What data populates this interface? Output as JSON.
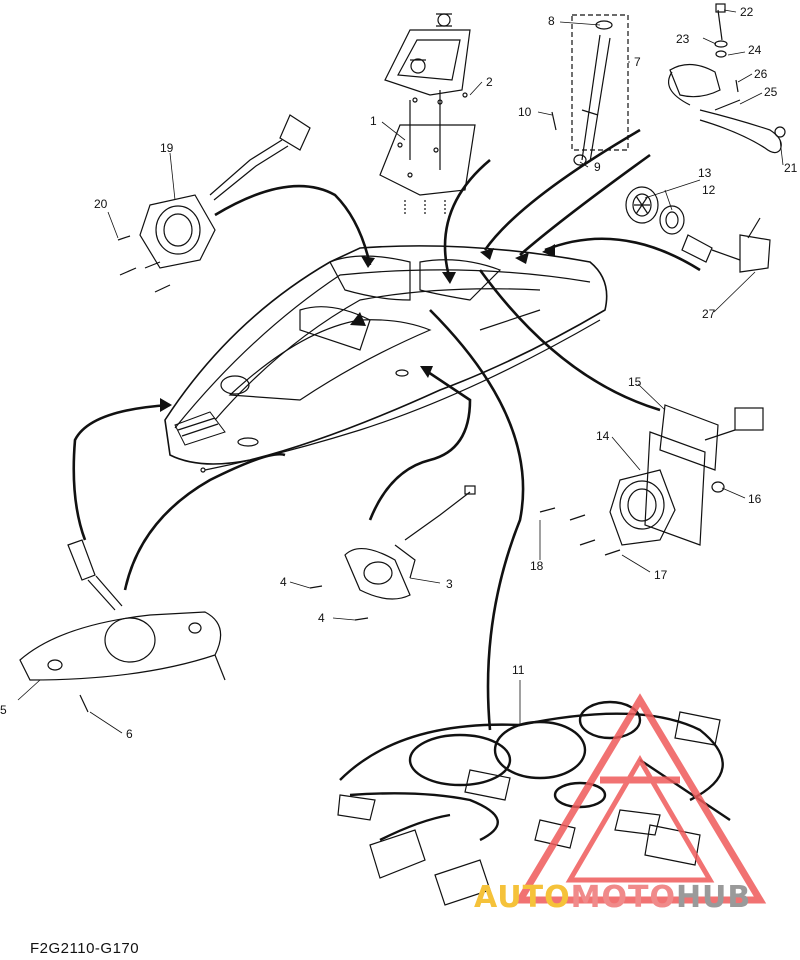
{
  "diagram": {
    "figure_code": "F2G2110-G170",
    "callouts": [
      "1",
      "2",
      "3",
      "4",
      "4",
      "5",
      "6",
      "7",
      "8",
      "9",
      "10",
      "11",
      "12",
      "13",
      "14",
      "15",
      "16",
      "17",
      "18",
      "19",
      "20",
      "21",
      "22",
      "23",
      "24",
      "25",
      "26",
      "27"
    ]
  },
  "watermark": {
    "part1": "AUTO",
    "part2": "MOTO",
    "part3": "HUB",
    "colors": {
      "gold": "#f5c23a",
      "red": "#f08a8a",
      "gray": "#9a9a9a",
      "triangle": "#ef5a5a"
    }
  }
}
